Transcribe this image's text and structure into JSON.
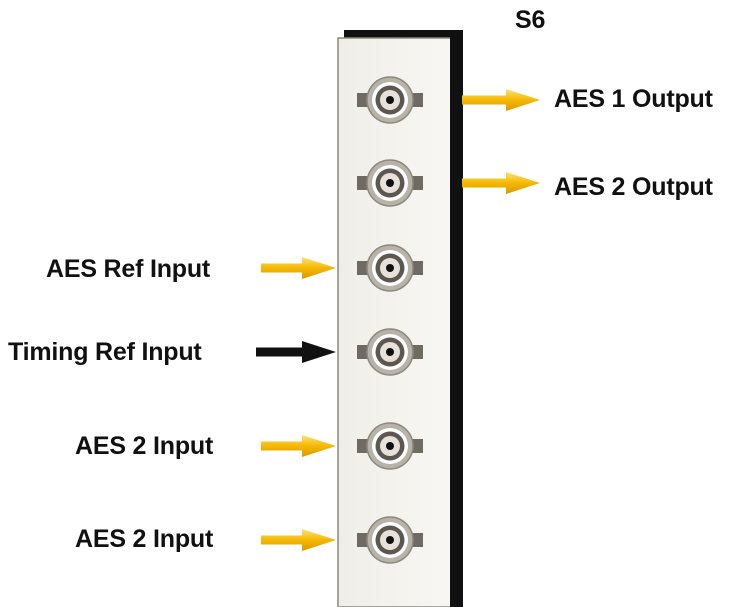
{
  "panel": {
    "slot_label": "S6",
    "background_color": "#f4f2ed",
    "frame_color": "#111111"
  },
  "colors": {
    "signal_arrow": "#f5b800",
    "timing_arrow": "#111111",
    "connector_ring": "#b8b3a8"
  },
  "connectors": [
    {
      "label": "AES 1 Output",
      "direction": "output",
      "arrow_color": "yellow"
    },
    {
      "label": "AES 2 Output",
      "direction": "output",
      "arrow_color": "yellow"
    },
    {
      "label": "AES Ref Input",
      "direction": "input",
      "arrow_color": "yellow"
    },
    {
      "label": "Timing Ref Input",
      "direction": "input",
      "arrow_color": "black"
    },
    {
      "label": "AES 2 Input",
      "direction": "input",
      "arrow_color": "yellow"
    },
    {
      "label": "AES 2 Input",
      "direction": "input",
      "arrow_color": "yellow"
    }
  ]
}
